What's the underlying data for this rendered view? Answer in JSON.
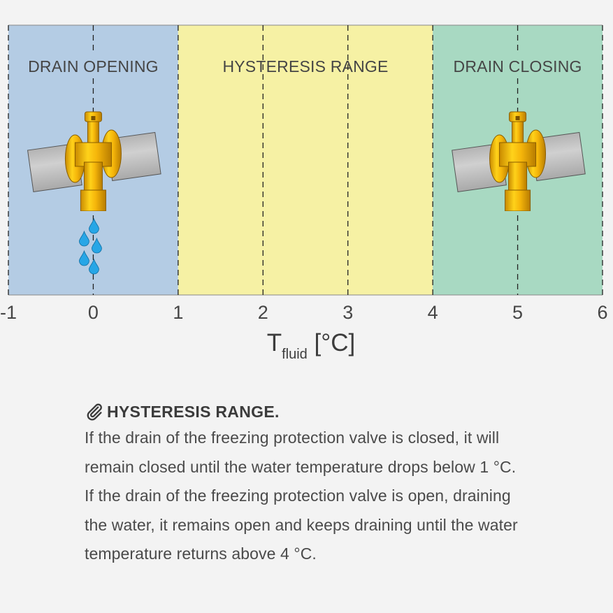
{
  "zones": [
    {
      "label": "DRAIN OPENING",
      "from": -1,
      "to": 1,
      "color": "#b4cce4"
    },
    {
      "label": "HYSTERESIS RANGE",
      "from": 1,
      "to": 4,
      "color": "#f6f1a4"
    },
    {
      "label": "DRAIN CLOSING",
      "from": 4,
      "to": 6,
      "color": "#a8d9c2"
    }
  ],
  "axis": {
    "min": -1,
    "max": 6,
    "ticks": [
      "-1",
      "0",
      "1",
      "2",
      "3",
      "4",
      "5",
      "6"
    ],
    "dashed_lines_at": [
      -1,
      0,
      1,
      2,
      3,
      4,
      5,
      6
    ],
    "title_main": "T",
    "title_sub": "fluid",
    "title_unit": " [°C]"
  },
  "valves": [
    {
      "state": "open",
      "at": 0,
      "water_drops": true
    },
    {
      "state": "closed",
      "at": 5,
      "water_drops": false
    }
  ],
  "note": {
    "icon": "paperclip-icon",
    "heading": "HYSTERESIS RANGE.",
    "lines": [
      "If the drain of the freezing protection valve is closed, it will",
      "remain closed until the water temperature drops below 1 °C.",
      "If the drain of the freezing protection valve is open, draining",
      "the water, it remains open and keeps draining until the water",
      "temperature returns above 4 °C."
    ]
  },
  "colors": {
    "brass": "#f2b10c",
    "pipe": "#c4c4c4",
    "water": "#27a6e6",
    "text": "#454545"
  }
}
